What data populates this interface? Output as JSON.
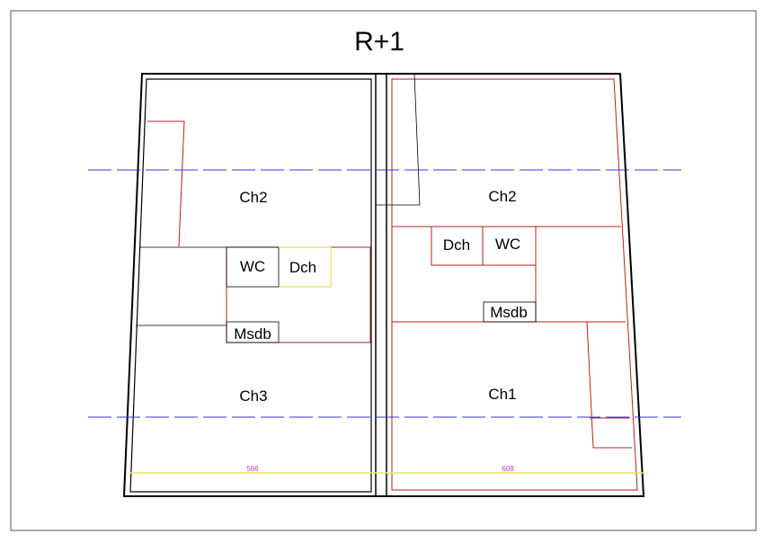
{
  "title": "R+1",
  "left_unit": {
    "rooms": {
      "ch2": "Ch2",
      "wc": "WC",
      "dch": "Dch",
      "msdb": "Msdb",
      "ch3": "Ch3"
    },
    "dimension": "566"
  },
  "right_unit": {
    "rooms": {
      "ch2": "Ch2",
      "dch": "Dch",
      "wc": "WC",
      "msdb": "Msdb",
      "ch1": "Ch1"
    },
    "dimension": "608"
  },
  "colors": {
    "wall": "#000000",
    "partition_red": "#b22222",
    "axis_blue": "#3a3ac8",
    "dimension_line": "#e8e36a",
    "dimension_text": "#cc33cc",
    "shower_yellow": "#e6d63a"
  }
}
